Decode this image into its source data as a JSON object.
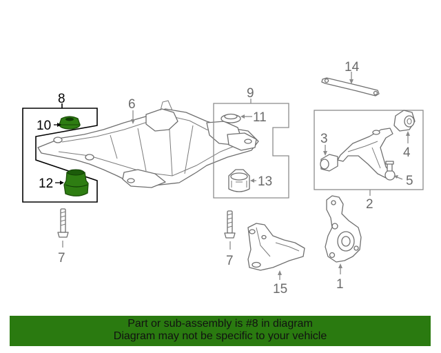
{
  "callouts": {
    "c1": "1",
    "c2": "2",
    "c3": "3",
    "c4": "4",
    "c5": "5",
    "c6": "6",
    "c7a": "7",
    "c7b": "7",
    "c8": "8",
    "c9": "9",
    "c10": "10",
    "c11": "11",
    "c12": "12",
    "c13": "13",
    "c14": "14",
    "c15": "15"
  },
  "banner": {
    "line1": "Part or sub-assembly is #8 in diagram",
    "line2": "Diagram may not be specific to your vehicle"
  },
  "colors": {
    "highlight": "#2e7d12",
    "banner": "#2a7a10",
    "linework": "#8a8a8a"
  }
}
